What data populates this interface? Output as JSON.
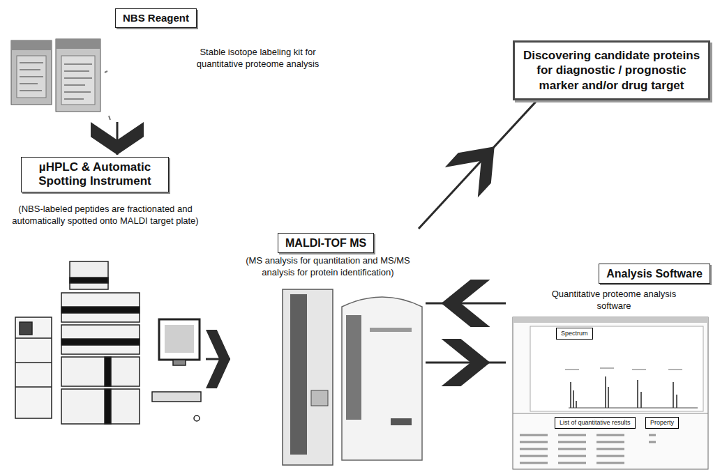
{
  "diagram": {
    "nodes": [
      {
        "text": [
          "NBS Reagent",
          "Stable isotope labeling kit for quantitative proteome analysis"
        ]
      },
      {
        "text": [
          "µHPLC & Automatic Spotting Instrument",
          "(NBS-labeled peptides are fractionated and automatically spotted onto MALDI target plate)"
        ]
      },
      {
        "text": [
          "MALDI-TOF MS",
          "(MS analysis for quantitation and MS/MS analysis for protein identification)"
        ]
      },
      {
        "text": [
          "Analysis Software",
          "Quantitative proteome analysis software"
        ]
      },
      {
        "text": [
          "Spectrum"
        ],
        "in": 3
      },
      {
        "text": [
          "List of quantitative results"
        ],
        "in": 3
      },
      {
        "text": [
          "Property"
        ],
        "in": 3
      },
      {
        "text": [
          "Discovering candidate proteins for diagnostic / prognostic marker and/or drug target"
        ]
      }
    ],
    "edges": [
      {
        "from": 0,
        "to": 1,
        "arrow": "to"
      },
      {
        "from": 1,
        "to": 2,
        "arrow": "to"
      },
      {
        "from": 3,
        "to": 2,
        "arrow": "to"
      },
      {
        "from": 2,
        "to": 3,
        "arrow": "to"
      },
      {
        "from": 2,
        "to": 7,
        "arrow": "to"
      }
    ]
  }
}
